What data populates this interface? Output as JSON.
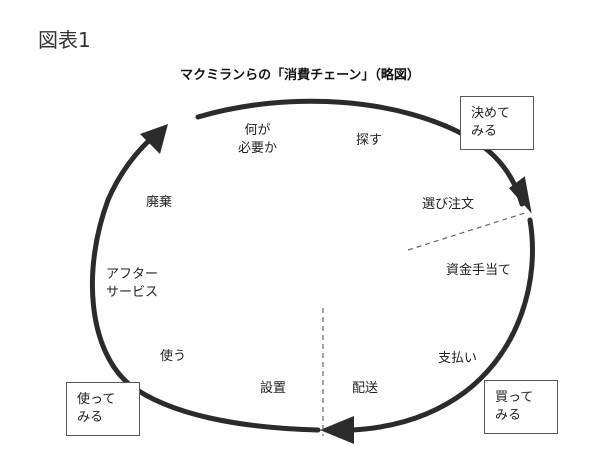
{
  "figure_label": "図表1",
  "title": "マクミランらの「消費チェーン」（略図）",
  "stages": {
    "what_is_needed": [
      "何が",
      "必要か"
    ],
    "search": "探す",
    "select_order": "選び注文",
    "financing": "資金手当て",
    "payment": "支払い",
    "delivery": "配送",
    "installation": "設置",
    "use": "使う",
    "after_service": [
      "アフター",
      "サービス"
    ],
    "disposal": "廃棄"
  },
  "boxes": {
    "decide": [
      "決めて",
      "みる"
    ],
    "buy": [
      "買って",
      "みる"
    ],
    "use": [
      "使って",
      "みる"
    ]
  },
  "colors": {
    "line": "#2b2b2b",
    "dashed": "#666666",
    "box_border": "#555555"
  }
}
